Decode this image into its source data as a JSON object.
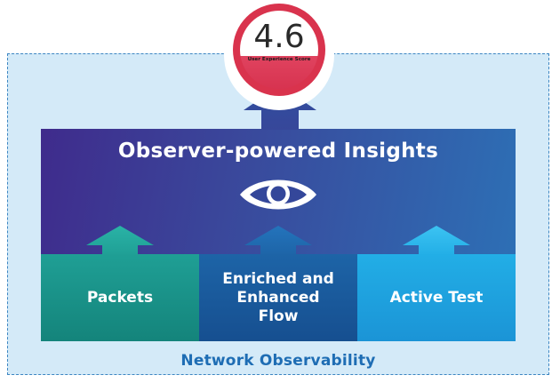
{
  "score": {
    "value": "4.6",
    "caption": "User Experience Score"
  },
  "insights": {
    "title": "Observer-powered Insights",
    "icon": "eye-icon"
  },
  "sources": [
    {
      "label": "Packets",
      "color": "#1a9287"
    },
    {
      "label": "Enriched and Enhanced Flow",
      "color": "#1b5a9c"
    },
    {
      "label": "Active Test",
      "color": "#1fa3df"
    }
  ],
  "frame": {
    "label": "Network Observability"
  },
  "colors": {
    "score_ring": "#d9334d",
    "insights_start": "#3f2b8c",
    "insights_end": "#2d6fb5",
    "frame_fill": "#d4eaf8",
    "frame_border": "#3d86c2",
    "frame_text": "#1e6db4"
  }
}
